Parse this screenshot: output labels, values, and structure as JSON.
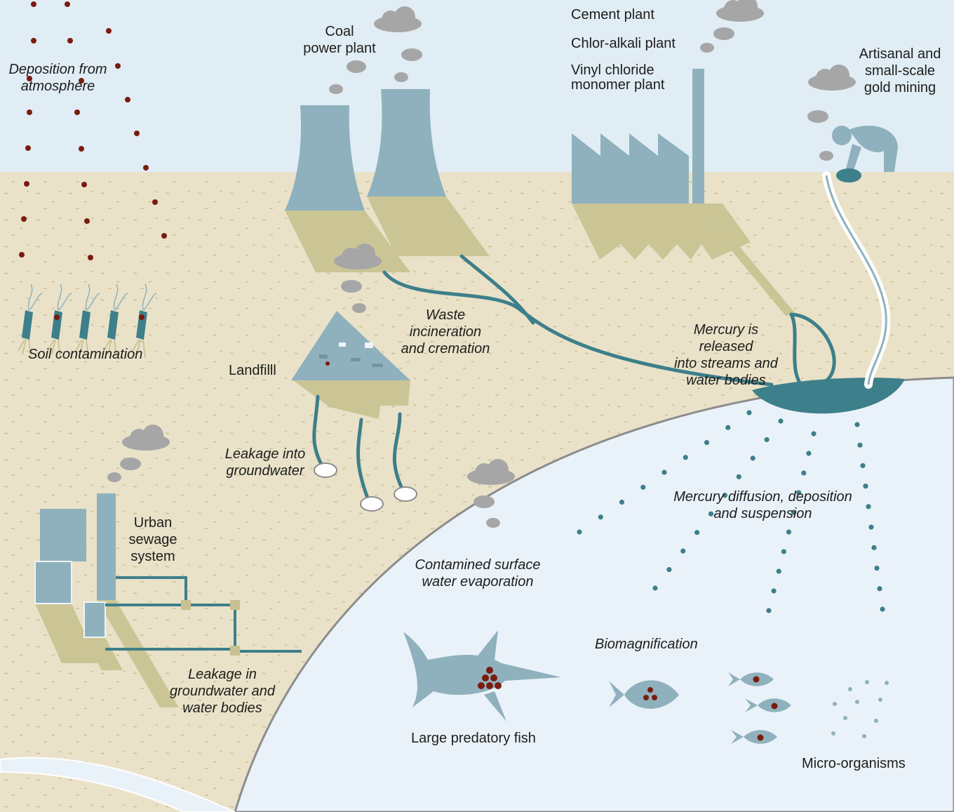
{
  "labels": {
    "deposition": "Deposition from\natmosphere",
    "coal": "Coal\npower plant",
    "cement": "Cement plant",
    "chlor": "Chlor-alkali plant",
    "vinyl": "Vinyl chloride\nmonomer plant",
    "artisanal": "Artisanal and\nsmall-scale\ngold mining",
    "soil": "Soil contamination",
    "landfill": "Landfilll",
    "waste": "Waste\nincineration\nand cremation",
    "mercury_released": "Mercury is released\ninto streams and\nwater bodies",
    "leakage_groundwater": "Leakage into\ngroundwater",
    "urban": "Urban\nsewage\nsystem",
    "diffusion": "Mercury diffusion, deposition\nand suspension",
    "evaporation": "Contamined surface\nwater evaporation",
    "leakage_water": "Leakage in\ngroundwater and\nwater bodies",
    "biomagnification": "Biomagnification",
    "predatory": "Large predatory fish",
    "micro": "Micro-organisms"
  },
  "colors": {
    "sky": "#e1edf5",
    "land": "#e9e2c9",
    "sea": "#eaf2f9",
    "structure": "#8fb1bd",
    "shadow": "#cbc596",
    "stream": "#3d7f8a",
    "cloud": "#a6a6a6",
    "mercury_dot": "#7a1b10",
    "text": "#1d1d1b"
  }
}
